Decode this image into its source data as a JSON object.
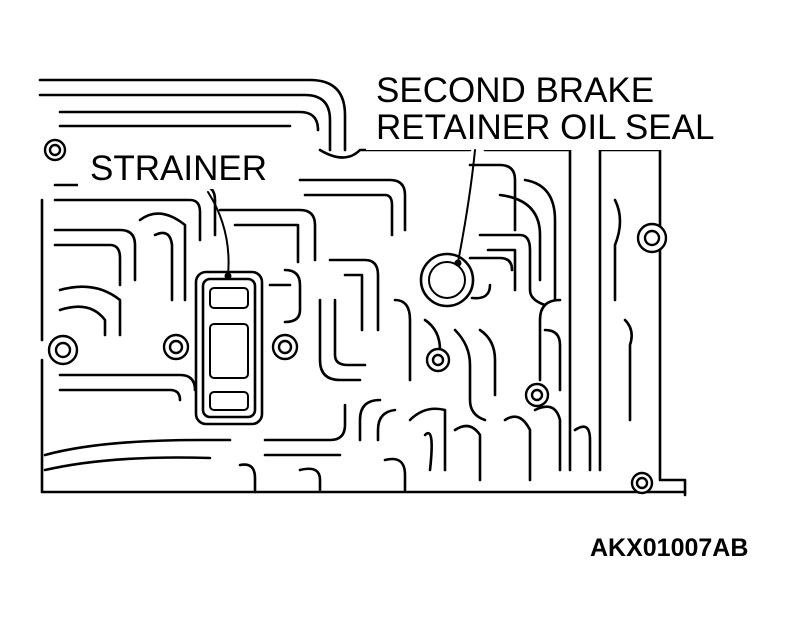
{
  "labels": {
    "strainer": "STRAINER",
    "seal_line1": "SECOND BRAKE",
    "seal_line2": "RETAINER OIL SEAL",
    "figure_code": "AKX01007AB"
  },
  "colors": {
    "line": "#000000",
    "background": "#ffffff"
  }
}
